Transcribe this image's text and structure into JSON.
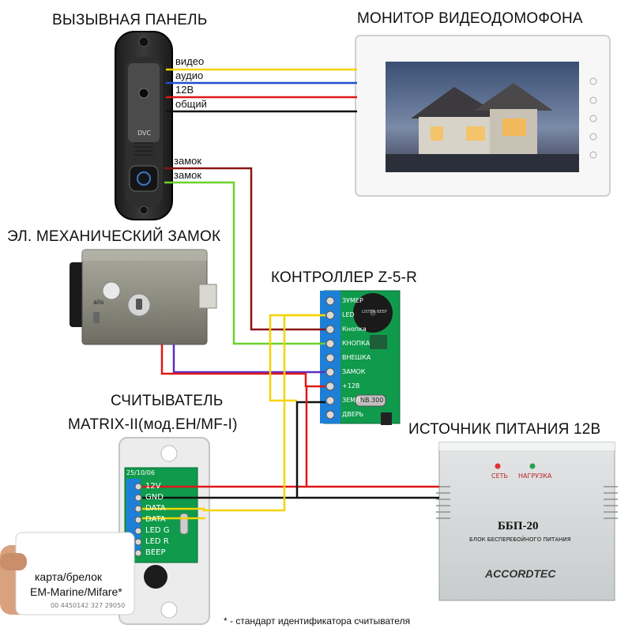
{
  "titles": {
    "panel": "ВЫЗЫВНАЯ ПАНЕЛЬ",
    "monitor": "МОНИТОР ВИДЕОДОМОФОНА",
    "lock": "ЭЛ. МЕХАНИЧЕСКИЙ ЗАМОК",
    "controller": "КОНТРОЛЛЕР Z-5-R",
    "reader_line1": "СЧИТЫВАТЕЛЬ",
    "reader_line2": "MATRIX-II(мод.EH/MF-I)",
    "psu": "ИСТОЧНИК ПИТАНИЯ 12В"
  },
  "panel_wires": {
    "video": "видео",
    "audio": "аудио",
    "v12": "12В",
    "common": "общий",
    "lock1": "замок",
    "lock2": "замок"
  },
  "panel_brand": "DVC",
  "lock_brand": "alis",
  "controller_terminals": [
    "ЗУМЕР",
    "LED",
    "Кнопка",
    "КНОПКА",
    "ВНЕШКА",
    "ЗАМОК",
    "+12В",
    "ЗЕМЛЯ",
    "ДВЕРЬ"
  ],
  "controller_chip": "NB.300",
  "buzzer_label": "LISTEN BEEP",
  "reader_terminals": [
    "12V",
    "GND",
    "DATA",
    "DATA",
    "LED G",
    "LED R",
    "BEEP"
  ],
  "reader_header": "25/10/06",
  "psu_indicators": {
    "network": "СЕТЬ",
    "load": "НАГРУЗКА"
  },
  "psu_model": "ББП-20",
  "psu_subtitle": "БЛОК БЕСПЕРЕБОЙНОГО ПИТАНИЯ",
  "psu_brand": "ACCORDTEC",
  "card": {
    "line1": "карта/брелок",
    "line2": "EM-Marine/Mifare*",
    "serial": "00 4450142 327 29050"
  },
  "footnote": "* - стандарт идентификатора считывателя",
  "colors": {
    "video": "#f5d400",
    "audio": "#1f4fd1",
    "power": "#e01818",
    "common": "#111111",
    "lock_red": "#8b1414",
    "lock_green": "#6cd22a",
    "lock_purple": "#5a2fc8",
    "controller_board": "#0f9a4c",
    "terminal_blue": "#1e7fd8"
  }
}
